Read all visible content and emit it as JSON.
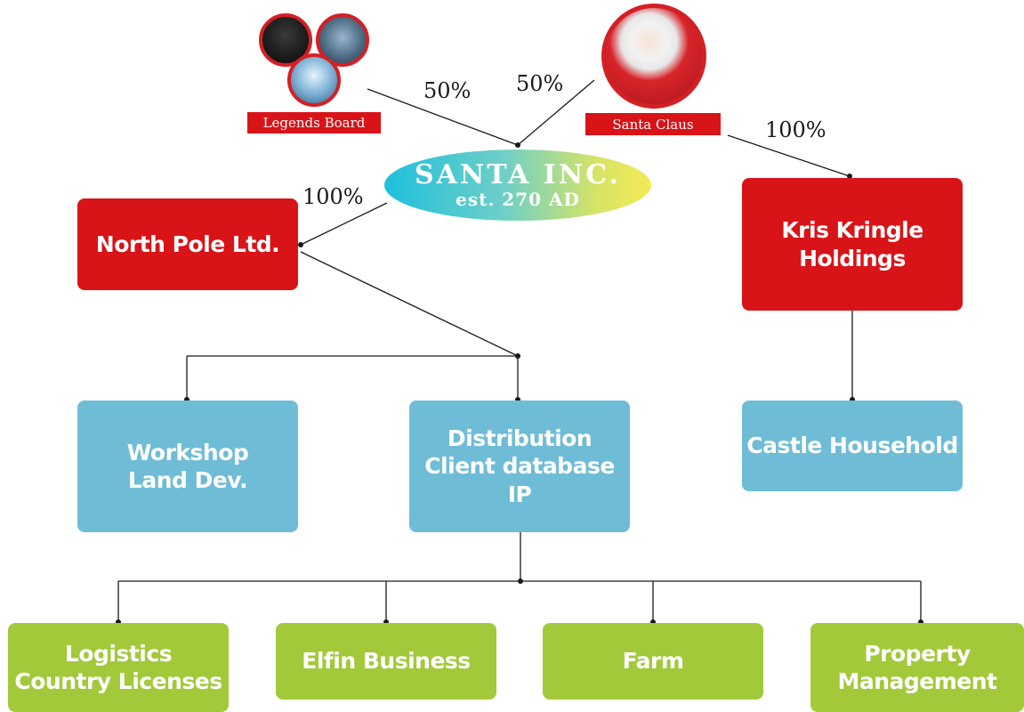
{
  "holders": {
    "legends_board": "Legends Board",
    "santa_claus": "Santa Claus"
  },
  "stakes": {
    "legends_to_inc": "50%",
    "santa_to_inc": "50%",
    "inc_to_north_pole": "100%",
    "santa_to_kris": "100%"
  },
  "santa_inc": {
    "title": "SANTA INC.",
    "subtitle": "est. 270 AD"
  },
  "nodes": {
    "north_pole": "North Pole Ltd.",
    "kris_kringle": "Kris Kringle\nHoldings",
    "workshop": "Workshop\nLand Dev.",
    "distribution": "Distribution\nClient database IP",
    "castle": "Castle Household",
    "logistics": "Logistics\nCountry Licenses",
    "elfin": "Elfin Business",
    "farm": "Farm",
    "property": "Property\nManagement"
  },
  "colors": {
    "red": "#d81418",
    "blue": "#6fbcd6",
    "green": "#a2c93a"
  },
  "icons": [
    "legend-portrait-icon",
    "santa-portrait-icon"
  ]
}
